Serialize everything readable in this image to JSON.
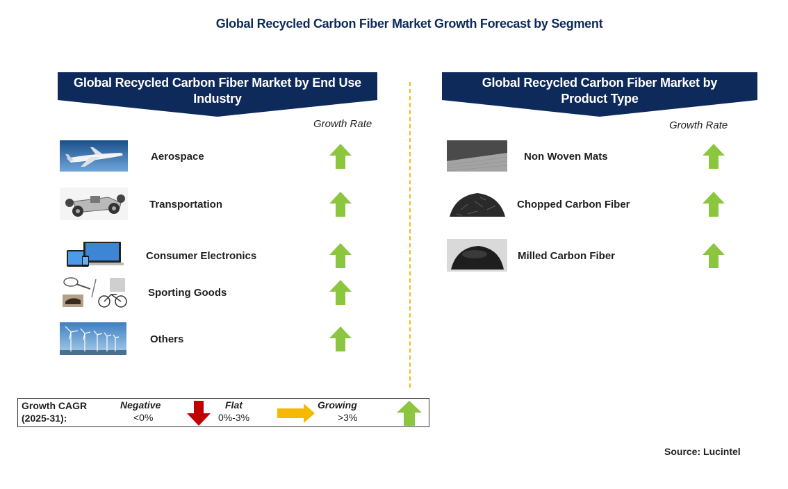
{
  "title": "Global Recycled Carbon Fiber Market Growth Forecast by Segment",
  "left": {
    "banner": [
      "Global Recycled Carbon Fiber Market by End Use",
      "Industry"
    ],
    "growth_header": "Growth Rate",
    "items": [
      {
        "label": "Aerospace",
        "trend": "growing",
        "icon": "airplane-icon"
      },
      {
        "label": "Transportation",
        "trend": "growing",
        "icon": "car-chassis-icon"
      },
      {
        "label": "Consumer Electronics",
        "trend": "growing",
        "icon": "devices-icon"
      },
      {
        "label": "Sporting Goods",
        "trend": "growing",
        "icon": "sports-gear-icon"
      },
      {
        "label": "Others",
        "trend": "growing",
        "icon": "wind-turbine-icon"
      }
    ]
  },
  "right": {
    "banner": [
      "Global Recycled Carbon Fiber Market by",
      "Product  Type"
    ],
    "growth_header": "Growth Rate",
    "items": [
      {
        "label": "Non Woven Mats",
        "trend": "growing",
        "icon": "mat-icon"
      },
      {
        "label": "Chopped Carbon Fiber",
        "trend": "growing",
        "icon": "chopped-fiber-icon"
      },
      {
        "label": "Milled  Carbon Fiber",
        "trend": "growing",
        "icon": "milled-fiber-icon"
      }
    ]
  },
  "legend": {
    "title_line1": "Growth CAGR",
    "title_line2": "(2025-31):",
    "negative_label": "Negative",
    "negative_range": "<0%",
    "flat_label": "Flat",
    "flat_range": "0%-3%",
    "growing_label": "Growing",
    "growing_range": ">3%"
  },
  "source": "Source: Lucintel",
  "colors": {
    "banner": "#0e2a5a",
    "growing": "#8cc63f",
    "negative": "#c00000",
    "flat": "#f7b800",
    "divider": "#f2b71c"
  }
}
